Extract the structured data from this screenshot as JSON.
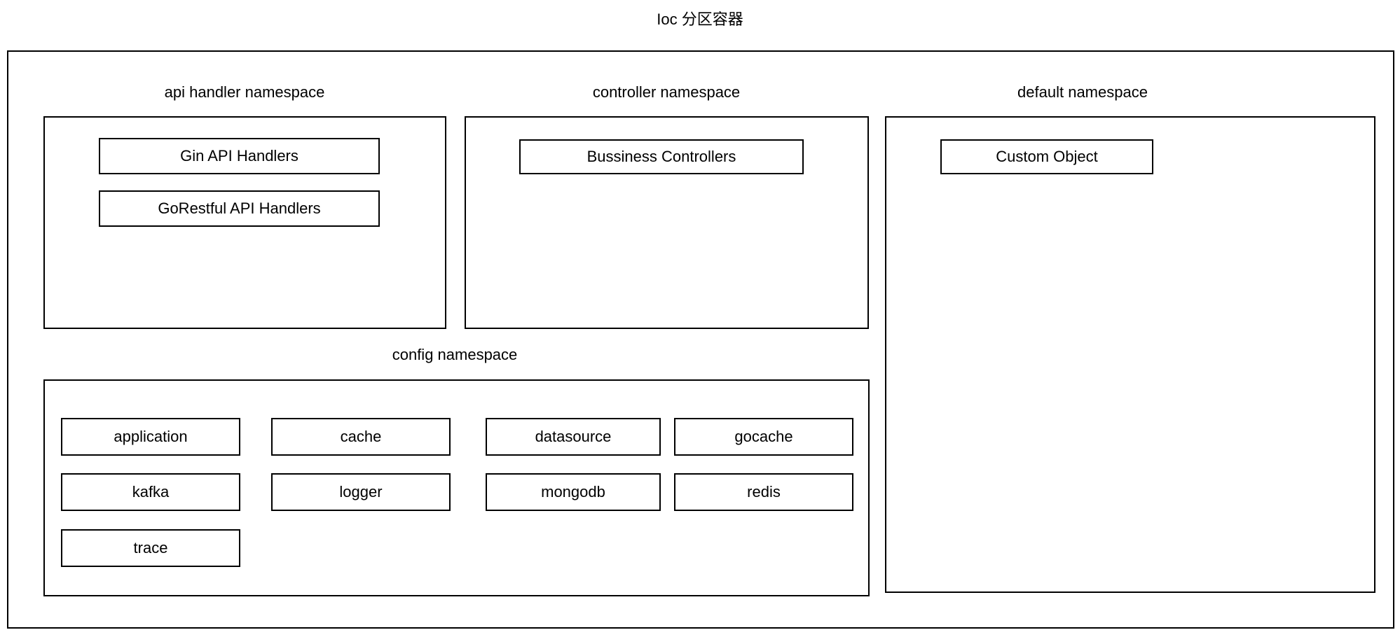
{
  "diagram": {
    "title": "Ioc 分区容器",
    "colors": {
      "border": "#000000",
      "background": "#ffffff",
      "text": "#000000"
    },
    "namespaces": {
      "api_handler": {
        "label": "api handler namespace",
        "items": [
          "Gin API Handlers",
          "GoRestful API Handlers"
        ]
      },
      "controller": {
        "label": "controller namespace",
        "items": [
          "Bussiness Controllers"
        ]
      },
      "default": {
        "label": "default namespace",
        "items": [
          "Custom Object"
        ]
      },
      "config": {
        "label": "config namespace",
        "items": [
          "application",
          "cache",
          "datasource",
          "gocache",
          "kafka",
          "logger",
          "mongodb",
          "redis",
          "trace"
        ]
      }
    }
  }
}
